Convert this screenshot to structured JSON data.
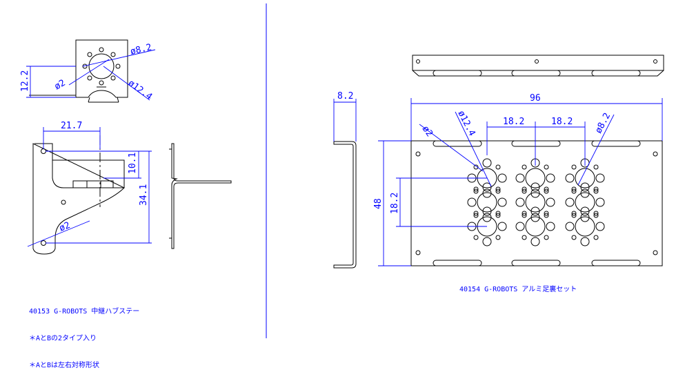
{
  "left_part": {
    "caption": [
      "40153 G-ROBOTS 中継ハブステー",
      "＊AとBの2タイプ入り",
      "＊AとBは左右対称形状"
    ],
    "dims": {
      "d_8_2": "ø8.2",
      "d_12_2": "12.2",
      "d_2_top": "ø2",
      "d_12_4": "ø12.4",
      "d_21_7": "21.7",
      "d_10_1": "10.1",
      "d_34_1": "34.1",
      "d_2_bottom": "ø2"
    }
  },
  "right_part": {
    "caption": "40154 G-ROBOTS アルミ足裏セット",
    "dims": {
      "d_8_2_side": "8.2",
      "d_96": "96",
      "d_2": "ø2",
      "d_12_4": "ø12.4",
      "d_18_2_a": "18.2",
      "d_18_2_b": "18.2",
      "d_8_2": "ø8.2",
      "d_48": "48",
      "d_18_2_v": "18.2"
    }
  },
  "colors": {
    "line": "#000000",
    "dimension": "#0000ff"
  }
}
